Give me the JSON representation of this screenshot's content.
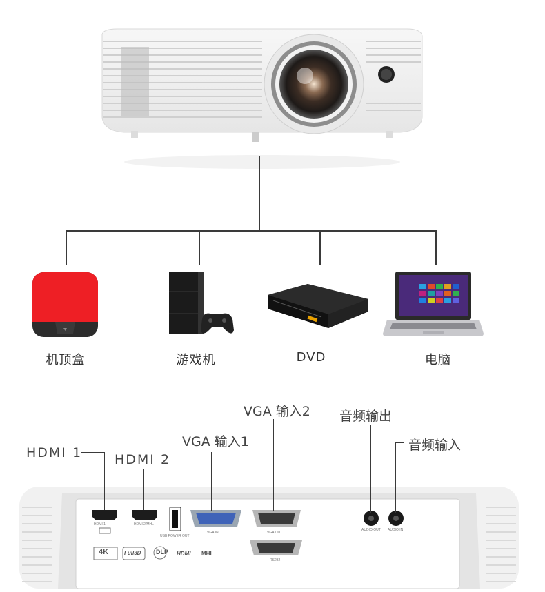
{
  "devices": [
    {
      "label": "机顶盒",
      "icon": "set-top-box-icon"
    },
    {
      "label": "游戏机",
      "icon": "game-console-icon"
    },
    {
      "label": "DVD",
      "icon": "dvd-player-icon"
    },
    {
      "label": "电脑",
      "icon": "laptop-icon"
    }
  ],
  "ports": {
    "hdmi1": "HDMI 1",
    "hdmi2": "HDMI 2",
    "vga1": "VGA 输入1",
    "vga2": "VGA 输入2",
    "audio_out": "音频输出",
    "audio_in": "音频输入"
  },
  "panel_labels": {
    "vga_in": "VGA IN",
    "vga_out": "VGA OUT",
    "rs232": "RS232",
    "audio_out": "AUDIO OUT",
    "audio_in": "AUDIO IN",
    "usb": "USB POWER OUT",
    "hdmi1": "HDMI 1",
    "hdmi2": "HDMI 2/MHL",
    "logo_4k": "4K",
    "logo_full3d": "Full3D",
    "logo_dlp": "DLP",
    "logo_hdmi": "HDMI",
    "logo_mhl": "MHL"
  },
  "colors": {
    "set_top_box": "#ee1f25",
    "lines": "#3a3a3a"
  }
}
